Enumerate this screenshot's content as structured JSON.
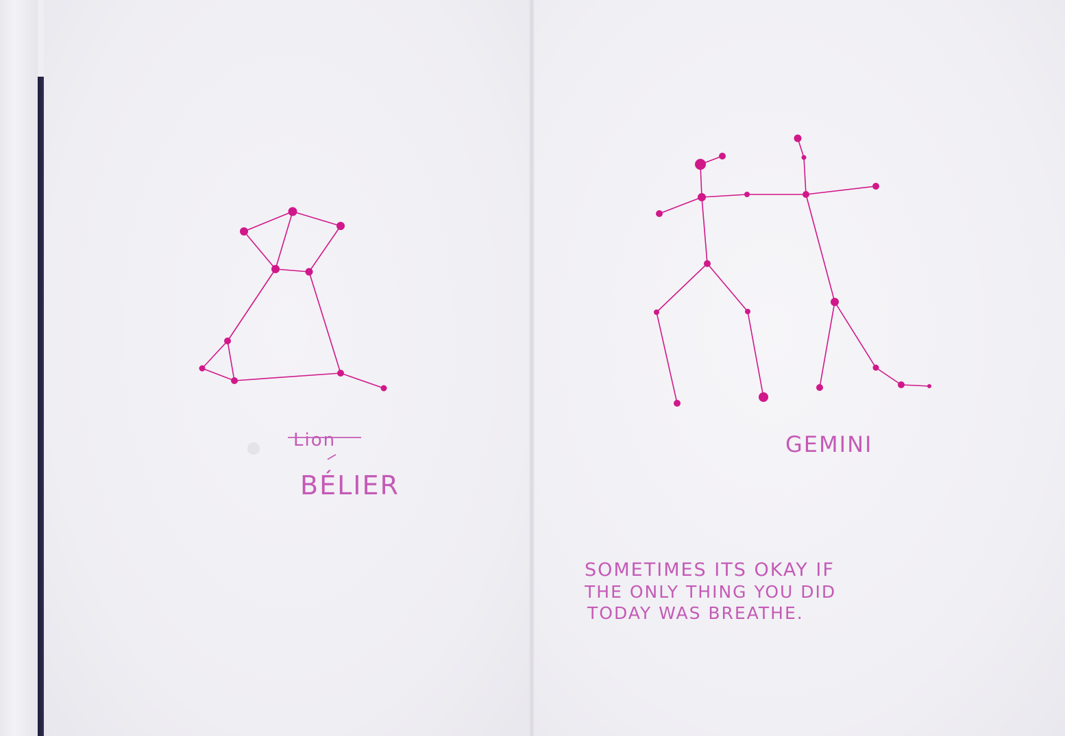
{
  "left_page": {
    "crossed_label": "Lion",
    "label": "BÉLIER"
  },
  "right_page": {
    "label": "GEMINI",
    "quote_lines": [
      "SOMETIMES  ITS  OKAY  IF",
      "THE ONLY THING YOU DID",
      "TODAY WAS BREATHE."
    ]
  },
  "ink_color": "#d0188a",
  "text_color": "#c45ab6"
}
